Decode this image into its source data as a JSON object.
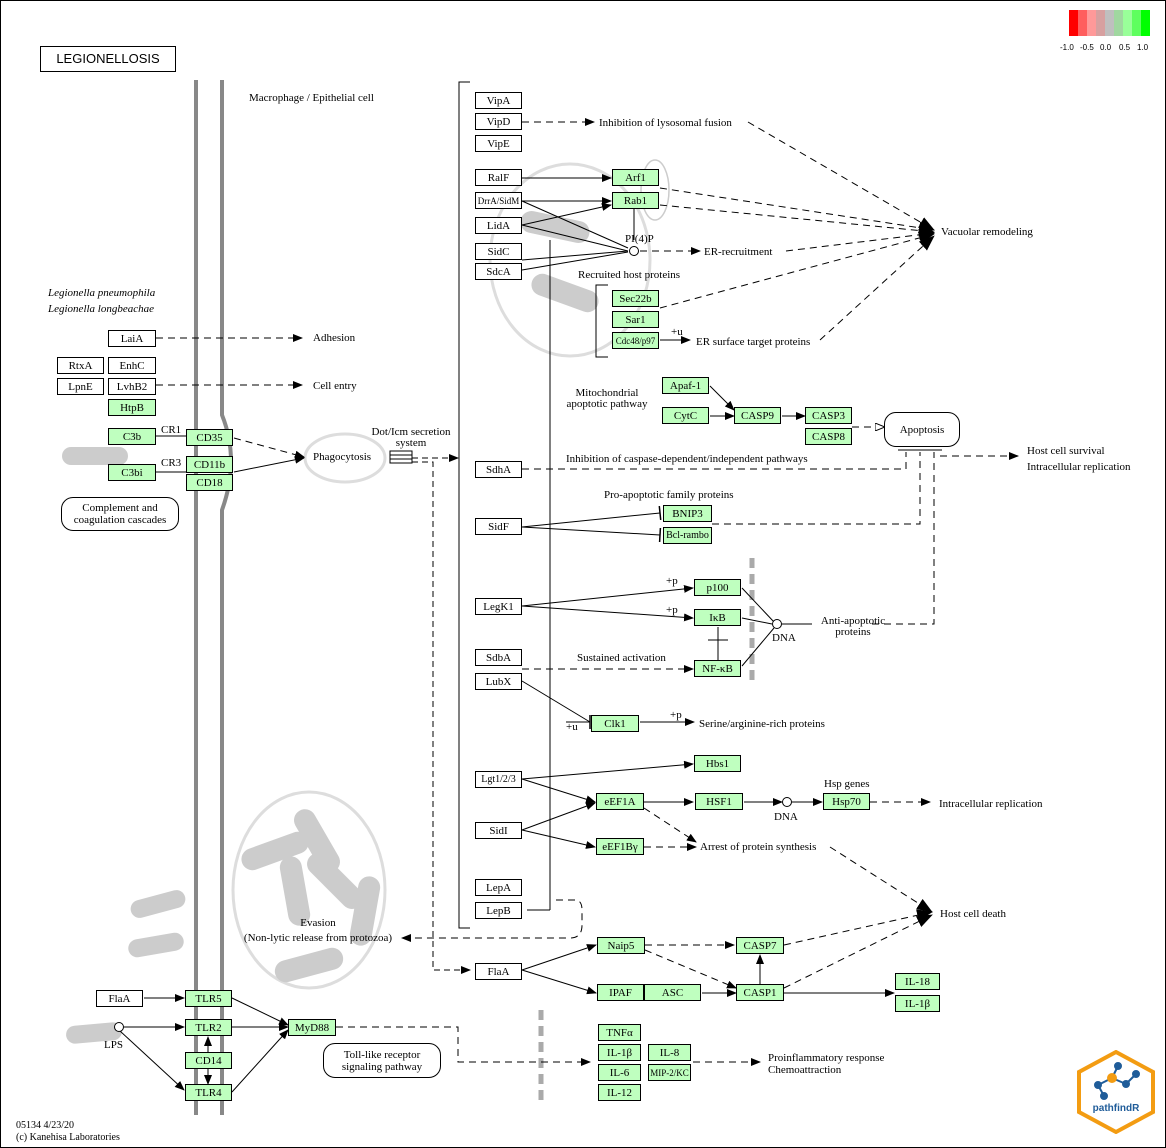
{
  "title": "LEGIONELLOSIS",
  "legend": {
    "colors": [
      "#ff0000",
      "#ff5e5e",
      "#ff9999",
      "#d7a0a0",
      "#bfbfbf",
      "#a0d7a0",
      "#99ff99",
      "#5eff5e",
      "#00ff00"
    ],
    "ticks": [
      "-1.0",
      "-0.5",
      "0.0",
      "0.5",
      "1.0"
    ]
  },
  "footer": {
    "id": "05134 4/23/20",
    "copyright": "(c) Kanehisa Laboratories"
  },
  "logo": {
    "text": "pathfindR",
    "color": "#f39c12"
  },
  "labels": {
    "host_cell": "Macrophage / Epithelial cell",
    "organism1": "Legionella pneumophila",
    "organism2": "Legionella longbeachae",
    "adhesion": "Adhesion",
    "cell_entry": "Cell entry",
    "cr1": "CR1",
    "cr3": "CR3",
    "phagocytosis": "Phagocytosis",
    "dot_icm1": "Dot/Icm secretion",
    "dot_icm2": "system",
    "inhibition_lysosomal": "Inhibition of lysosomal fusion",
    "vacuolar": "Vacuolar remodeling",
    "pi4p": "PI(4)P",
    "er_recruitment": "ER-recruitment",
    "recruited_host": "Recruited host proteins",
    "plus_u1": "+u",
    "er_surface": "ER surface target proteins",
    "mito1": "Mitochondrial",
    "mito2": "apoptotic pathway",
    "inhibition_caspase": "Inhibition of caspase-dependent/independent pathways",
    "host_survival1": "Host cell survival",
    "host_survival2": "Intracellular replication",
    "pro_apoptotic": "Pro-apoptotic family proteins",
    "plus_p1": "+p",
    "plus_p2": "+p",
    "dna1": "DNA",
    "anti_apoptotic1": "Anti-apoptotic",
    "anti_apoptotic2": "proteins",
    "sustained": "Sustained activation",
    "plus_p3": "+p",
    "plus_u2": "+u",
    "serine": "Serine/arginine-rich proteins",
    "hsp_genes": "Hsp genes",
    "dna2": "DNA",
    "intracellular": "Intracellular replication",
    "arrest": "Arrest of protein synthesis",
    "host_death": "Host cell death",
    "evasion1": "Evasion",
    "evasion2": "(Non-lytic release from protozoa)",
    "lps": "LPS",
    "proinflammatory1": "Proinflammatory response",
    "proinflammatory2": "Chemoattraction"
  },
  "pathways": {
    "complement": "Complement and coagulation cascades",
    "tlr": "Toll-like receptor signaling pathway",
    "apoptosis": "Apoptosis"
  },
  "genes": {
    "LaiA": "LaiA",
    "RtxA": "RtxA",
    "EnhC": "EnhC",
    "LpnE": "LpnE",
    "LvhB2": "LvhB2",
    "HtpB": "HtpB",
    "C3b": "C3b",
    "CD35": "CD35",
    "C3bi": "C3bi",
    "CD11b": "CD11b",
    "CD18": "CD18",
    "VipA": "VipA",
    "VipD": "VipD",
    "VipE": "VipE",
    "RalF": "RalF",
    "DrrA": "DrrA/SidM",
    "LidA": "LidA",
    "SidC": "SidC",
    "SdcA": "SdcA",
    "Arf1": "Arf1",
    "Rab1": "Rab1",
    "Sec22b": "Sec22b",
    "Sar1": "Sar1",
    "Cdc48": "Cdc48/p97",
    "Apaf1": "Apaf-1",
    "CytC": "CytC",
    "CASP9": "CASP9",
    "CASP3": "CASP3",
    "CASP8": "CASP8",
    "SdhA": "SdhA",
    "SidF": "SidF",
    "BNIP3": "BNIP3",
    "Bclrambo": "Bcl-rambo",
    "LegK1": "LegK1",
    "p100": "p100",
    "IkB": "IκB",
    "SdbA": "SdbA",
    "NFkB": "NF-κB",
    "LubX": "LubX",
    "Clk1": "Clk1",
    "Lgt": "Lgt1/2/3",
    "Hbs1": "Hbs1",
    "eEF1A": "eEF1A",
    "HSF1": "HSF1",
    "Hsp70": "Hsp70",
    "SidI": "SidI",
    "eEF1By": "eEF1Bγ",
    "LepA": "LepA",
    "LepB": "LepB",
    "FlaA2": "FlaA",
    "Naip5": "Naip5",
    "CASP7": "CASP7",
    "IPAF": "IPAF",
    "ASC": "ASC",
    "CASP1": "CASP1",
    "IL18": "IL-18",
    "IL1b": "IL-1β",
    "FlaA1": "FlaA",
    "TLR5": "TLR5",
    "TLR2": "TLR2",
    "CD14": "CD14",
    "TLR4": "TLR4",
    "MyD88": "MyD88",
    "TNFa": "TNFα",
    "IL1b2": "IL-1β",
    "IL8": "IL-8",
    "IL6": "IL-6",
    "MIP2KC": "MIP-2/KC",
    "IL12": "IL-12"
  }
}
